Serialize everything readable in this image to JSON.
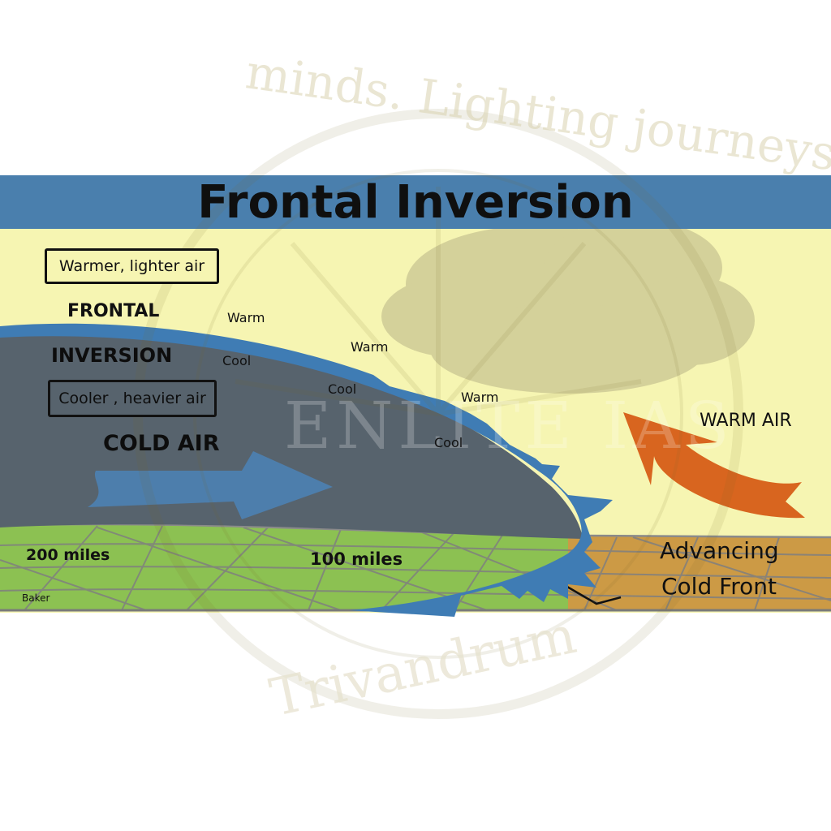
{
  "title": "Frontal Inversion",
  "labels": {
    "warmer_air": "Warmer, lighter air",
    "frontal": "FRONTAL",
    "inversion": "INVERSION",
    "cooler_air": "Cooler , heavier air",
    "cold_air": "COLD AIR",
    "warm_air": "WARM AIR",
    "advancing_1": "Advancing",
    "advancing_2": "Cold Front",
    "dist_200": "200 miles",
    "dist_100": "100 miles",
    "author": "Baker"
  },
  "layers": [
    {
      "warm": "Warm",
      "cool": "Cool"
    },
    {
      "warm": "Warm",
      "cool": "Cool"
    },
    {
      "warm": "Warm",
      "cool": "Cool"
    }
  ],
  "watermark": {
    "top_text": "minds. Lighting journeys",
    "center_text": "ENLITE IAS",
    "bottom_text": "Trivandrum"
  },
  "colors": {
    "sky": "#f6f5b2",
    "title_band": "#4a7fad",
    "cold_air_mass": "#57636d",
    "front_edge": "#3f7cb4",
    "ground_green": "#8cc152",
    "ground_brown": "#cc9a45",
    "warm_arrow": "#d8651f",
    "cold_arrow": "#4d80b0"
  }
}
